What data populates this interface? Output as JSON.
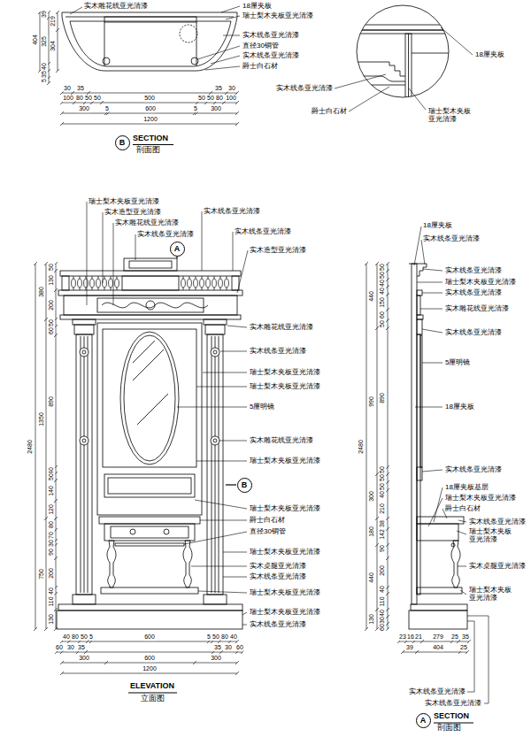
{
  "diagram": {
    "nodes": [
      {
        "text": [
          "B"
        ]
      },
      {
        "text": [
          "A"
        ]
      },
      {
        "text": [
          "B"
        ]
      },
      {
        "text": [
          "A"
        ]
      }
    ],
    "labels": [
      "实木雕花线亚光清漆",
      "18厘夹板",
      "瑞士梨木夹板亚光清漆",
      "实木线条亚光清漆",
      "直径30铜管",
      "实木线条亚光清漆",
      "爵士白石材",
      "39",
      "219",
      "404",
      "325",
      "304",
      "40",
      "35",
      "5",
      "30",
      "35",
      "35",
      "30",
      "100",
      "80",
      "50",
      "50",
      "500",
      "50",
      "50",
      "80",
      "100",
      "300",
      "5",
      "600",
      "5",
      "300",
      "1200",
      "SECTION",
      "剖面图",
      "18厘夹板",
      "实木线条亚光清漆",
      "爵士白石材",
      "瑞士梨木夹板 亚光清漆",
      "瑞士梨木夹板亚光清漆",
      "实木造型亚光清漆",
      "实木雕花线亚光清漆",
      "实木线条亚光清漆",
      "实木线条亚光清漆",
      "实木线条亚光清漆",
      "实木造型亚光清漆",
      "实木雕花线亚光清漆",
      "实木线条亚光清漆",
      "瑞士梨木夹板亚光清漆",
      "瑞士梨木夹板亚光清漆",
      "5厘明镜",
      "实木雕花线亚光清漆",
      "瑞士梨木夹板亚光清漆",
      "瑞士梨木夹板亚光清漆",
      "爵士白石材",
      "直径30铜管",
      "瑞士梨木夹板亚光清漆",
      "实木桌腿亚光清漆",
      "实木线条亚光清漆",
      "瑞士梨木夹板亚光清漆",
      "瑞士梨木夹板亚光清漆",
      "实木线条亚光清漆",
      "2480",
      "380",
      "1350",
      "750",
      "50",
      "130",
      "200",
      "50",
      "60",
      "890",
      "40",
      "50",
      "140",
      "120",
      "80",
      "70",
      "30",
      "90",
      "200",
      "40",
      "110",
      "130",
      "40",
      "80",
      "50",
      "5",
      "600",
      "5",
      "50",
      "80",
      "40",
      "60",
      "30",
      "35",
      "35",
      "30",
      "60",
      "300",
      "600",
      "300",
      "1200",
      "ELEVATION",
      "立面图",
      "18厘夹板",
      "实木线条亚光清漆",
      "实木线条亚光清漆",
      "瑞士梨木夹板亚光清漆",
      "实木线条亚光清漆",
      "实木雕花线亚光清漆",
      "实木线条亚光清漆",
      "5厘明镜",
      "18厘夹板",
      "实木线条亚光清漆",
      "18厘夹板基层",
      "瑞士梨木夹板亚光清漆",
      "爵士白石材",
      "实木线条亚光清漆",
      "瑞士梨木夹板 亚光清漆",
      "实木桌腿亚光清漆",
      "瑞士梨木夹板 亚光清漆",
      "2480",
      "440",
      "990",
      "300",
      "180",
      "440",
      "130",
      "50",
      "50",
      "40",
      "40",
      "150",
      "60",
      "50",
      "890",
      "50",
      "50",
      "50",
      "40",
      "210",
      "38",
      "142",
      "90",
      "200",
      "40",
      "110",
      "40",
      "30",
      "60",
      "23",
      "16",
      "21",
      "279",
      "25",
      "35",
      "39",
      "404",
      "25",
      "实木线条亚光清漆",
      "实木线条亚光清漆",
      "SECTION",
      "剖面图"
    ]
  }
}
